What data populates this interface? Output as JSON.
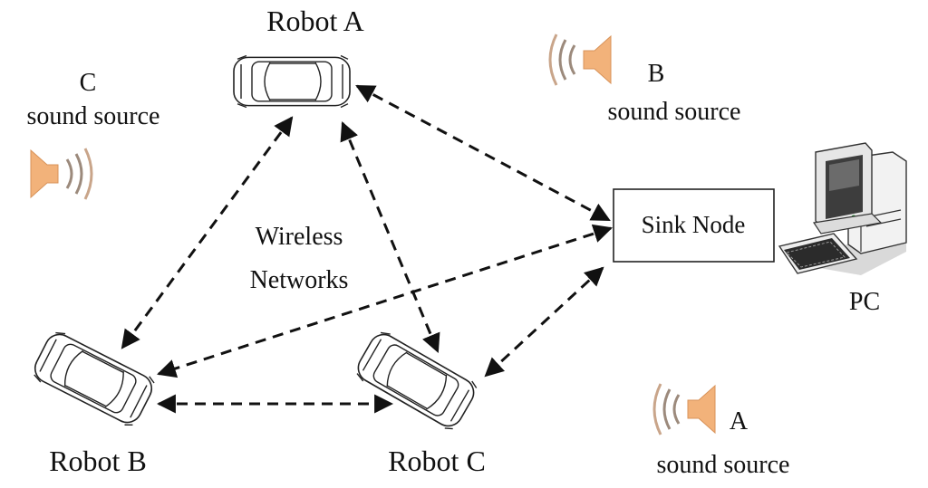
{
  "labels": {
    "robot_a": "Robot A",
    "robot_b": "Robot B",
    "robot_c": "Robot C",
    "sink_node": "Sink Node",
    "pc": "PC",
    "wireless_line1": "Wireless",
    "wireless_line2": "Networks",
    "source_a_letter": "A",
    "source_b_letter": "B",
    "source_c_letter": "C",
    "sound_source": "sound source"
  },
  "icons": {
    "robot": "car-icon",
    "sound_source": "speaker-icon",
    "pc": "desktop-computer-icon"
  },
  "colors": {
    "speaker": "#f2b27a",
    "speaker_waves": "#9c8a7c",
    "line": "#111111"
  }
}
